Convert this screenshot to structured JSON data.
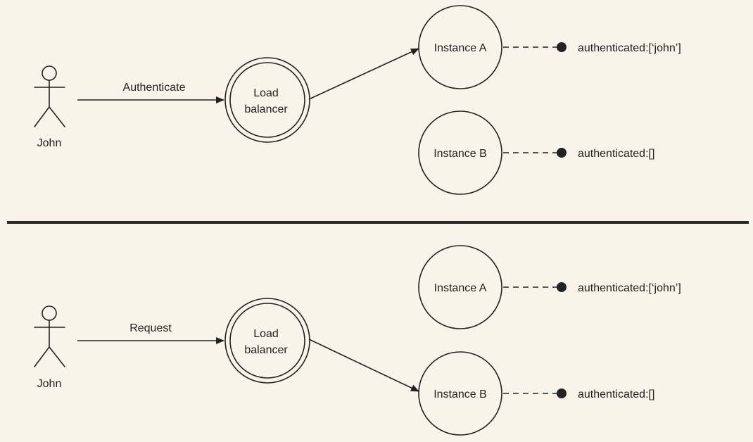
{
  "colors": {
    "background": "#f9f3e9",
    "stroke": "#222222",
    "divider": "#2a2a2a"
  },
  "top": {
    "actor": "John",
    "arrow_label": "Authenticate",
    "balancer": [
      "Load",
      "balancer"
    ],
    "instance_a": {
      "label": "Instance A",
      "state": "authenticated:[‘john’]"
    },
    "instance_b": {
      "label": "Instance B",
      "state": "authenticated:[]"
    }
  },
  "bottom": {
    "actor": "John",
    "arrow_label": "Request",
    "balancer": [
      "Load",
      "balancer"
    ],
    "instance_a": {
      "label": "Instance A",
      "state": "authenticated:[‘john’]"
    },
    "instance_b": {
      "label": "Instance B",
      "state": "authenticated:[]"
    }
  }
}
